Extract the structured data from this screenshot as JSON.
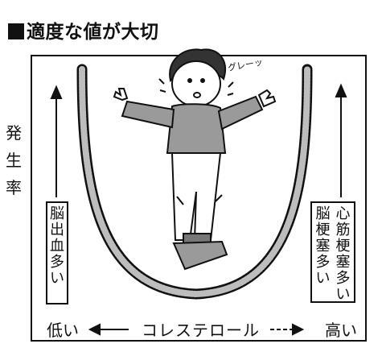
{
  "title": "■適度な値が大切",
  "title_text": "適度な値が大切",
  "y_label": [
    "発",
    "生",
    "率"
  ],
  "left_box": [
    "脳",
    "出",
    "血",
    "多",
    "い"
  ],
  "right_box": [
    [
      "心",
      "筋",
      "梗",
      "塞",
      "多",
      "い"
    ],
    [
      "脳",
      "梗",
      "塞",
      "多",
      "い"
    ]
  ],
  "bottom": {
    "low": "低い",
    "axis": "コレステロール",
    "high": "高い"
  },
  "sfx": "グレーッ"
}
